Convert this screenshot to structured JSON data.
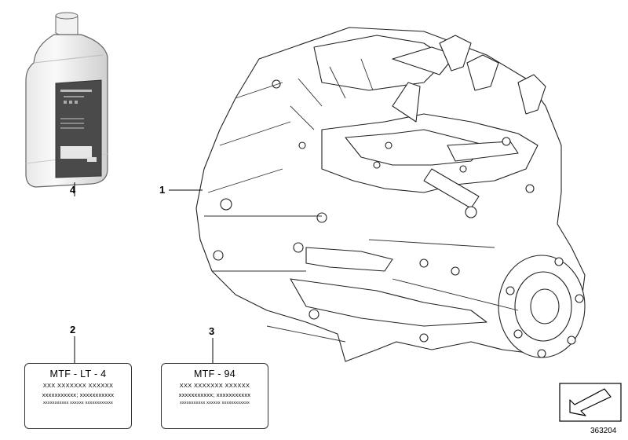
{
  "callouts": {
    "gearbox": "1",
    "label_lt4": "2",
    "label_94": "3",
    "oil_bottle": "4"
  },
  "labels": [
    {
      "title": "MTF - LT - 4",
      "line1": "XXX XXXXXXX XXXXXX",
      "line2": "xxxxxxxxxxx; xxxxxxxxxxx",
      "line3": "xxxxxxxxxxx xxxxxx xxxxxxxxxxxx"
    },
    {
      "title": "MTF - 94",
      "line1": "XXX XXXXXXX XXXXXX",
      "line2": "xxxxxxxxxxx; xxxxxxxxxxx",
      "line3": "xxxxxxxxxxx xxxxxx xxxxxxxxxxxx"
    }
  ],
  "diagram_id": "363204",
  "icons": {
    "bottle": "oil-bottle-icon",
    "gearbox": "manual-gearbox-icon",
    "nav": "arrow-down-left-icon"
  }
}
